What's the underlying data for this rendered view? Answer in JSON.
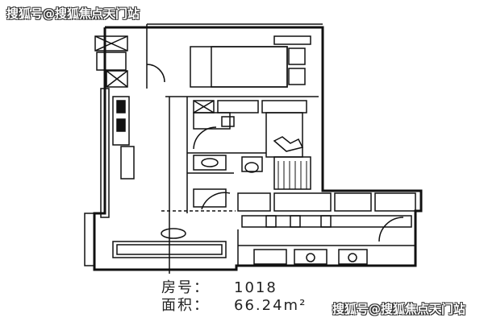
{
  "watermark": "搜狐号@搜狐焦点天门站",
  "unit_info": {
    "room_label": "房号：",
    "room_number": "1018",
    "area_label": "面积：",
    "area_value": "66.24m²"
  }
}
